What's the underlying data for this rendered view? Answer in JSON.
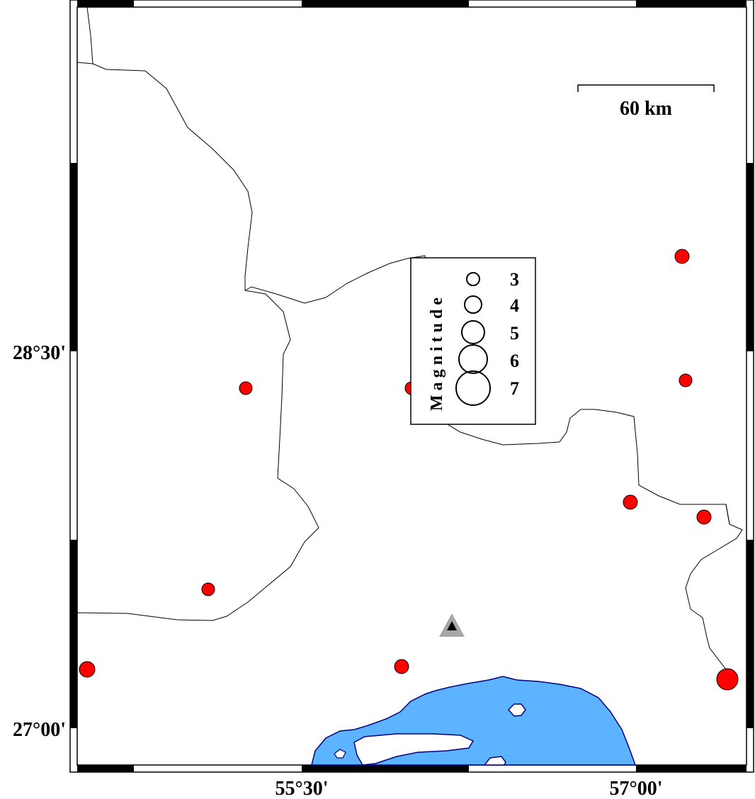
{
  "map": {
    "lon_ticks": [
      "55°30'",
      "57°00'"
    ],
    "lat_ticks": [
      "28°30'",
      "27°00'"
    ],
    "scale_bar": {
      "label": "60 km"
    },
    "legend": {
      "title": "Magnitude",
      "magnitudes": [
        "3",
        "4",
        "5",
        "6",
        "7"
      ]
    },
    "station": {
      "symbol": "triangle-icon"
    },
    "colors": {
      "event": "#ff0000",
      "water": "#5cb3ff",
      "coast": "#000080",
      "station_outer": "#a6a6a6",
      "station_inner": "#000000"
    }
  }
}
